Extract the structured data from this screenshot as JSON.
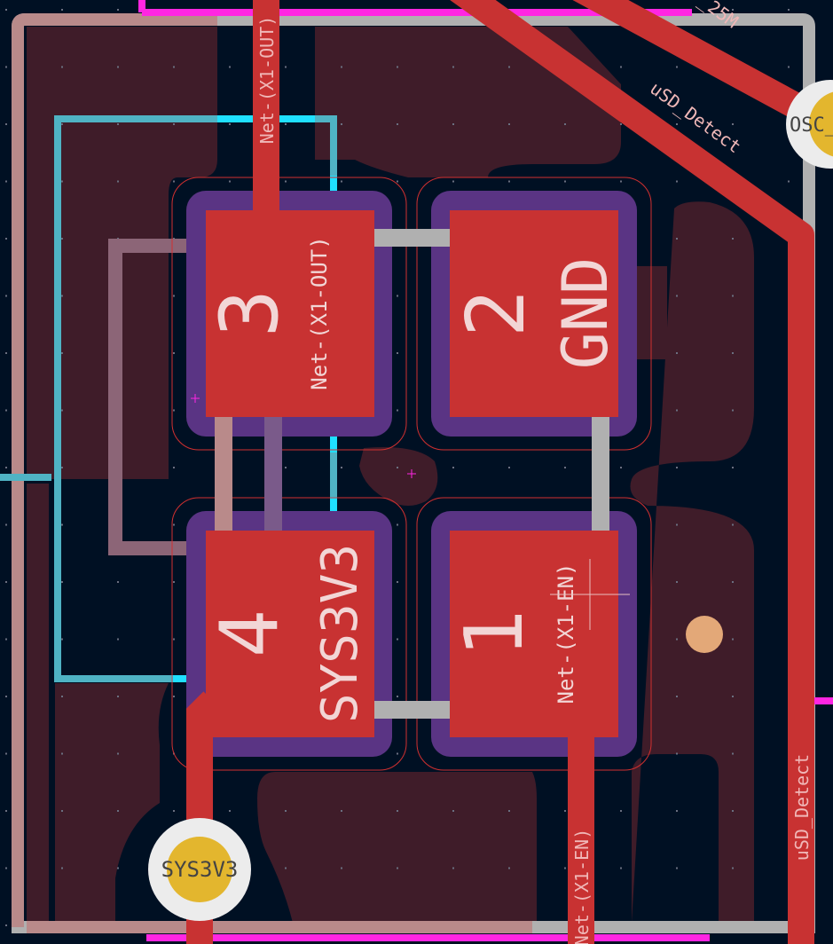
{
  "colors": {
    "background": "#001023",
    "zone": "#3f1c29",
    "copper": "#c83232",
    "pad_mask": "#5a3484",
    "edge": "#b0b0b0",
    "magenta": "#ff26e2",
    "cyan": "#4fb3c4",
    "via_ring": "#ececec",
    "via_hole": "#e3b62e"
  },
  "pads": [
    {
      "number": "3",
      "net": "Net-(X1-OUT)"
    },
    {
      "number": "2",
      "net": "GND"
    },
    {
      "number": "4",
      "net": "SYS3V3"
    },
    {
      "number": "1",
      "net": "Net-(X1-EN)"
    }
  ],
  "tracks": {
    "out": "Net-(X1-OUT)",
    "en": "Net-(X1-EN)",
    "usd_diag": "uSD_Detect",
    "usd_vert": "uSD_Detect",
    "osc": "_25M"
  },
  "vias": {
    "osc": "OSC_",
    "sys": "SYS3V3"
  }
}
